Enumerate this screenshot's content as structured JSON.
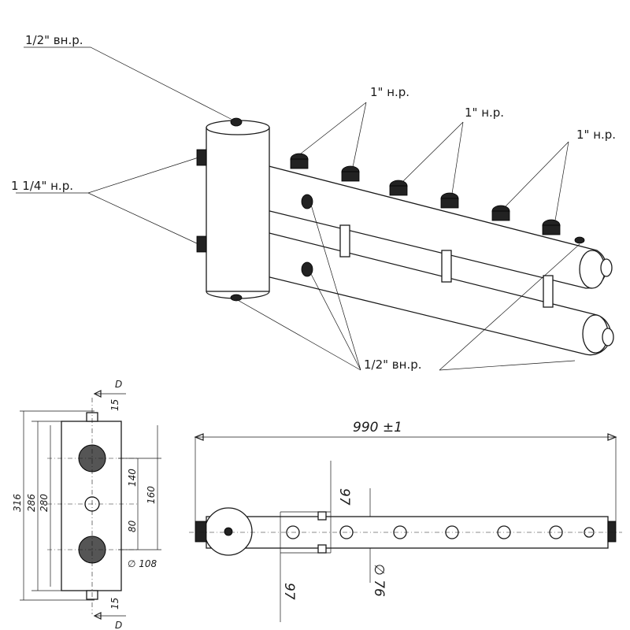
{
  "callouts": {
    "top_half_inch_female": "1/2\" вн.р.",
    "side_1_25_inch_male": "1 1/4\" н.р.",
    "outlet_group_1": "1\" н.р.",
    "outlet_group_2": "1\" н.р.",
    "outlet_group_3": "1\" н.р.",
    "bottom_half_inch_female": "1/2\" вн.р."
  },
  "front_view": {
    "dim_316": "316",
    "dim_286": "286",
    "dim_280": "280",
    "dim_140": "140",
    "dim_160": "160",
    "dim_80": "80",
    "dim_15_top": "15",
    "dim_15_bottom": "15",
    "section_top": "D",
    "section_bottom": "D",
    "dia_108": "∅ 108"
  },
  "top_view": {
    "length": "990 ±1",
    "dim_97_top": "97",
    "dim_97_bottom": "97",
    "dia_76": "∅ 76"
  }
}
